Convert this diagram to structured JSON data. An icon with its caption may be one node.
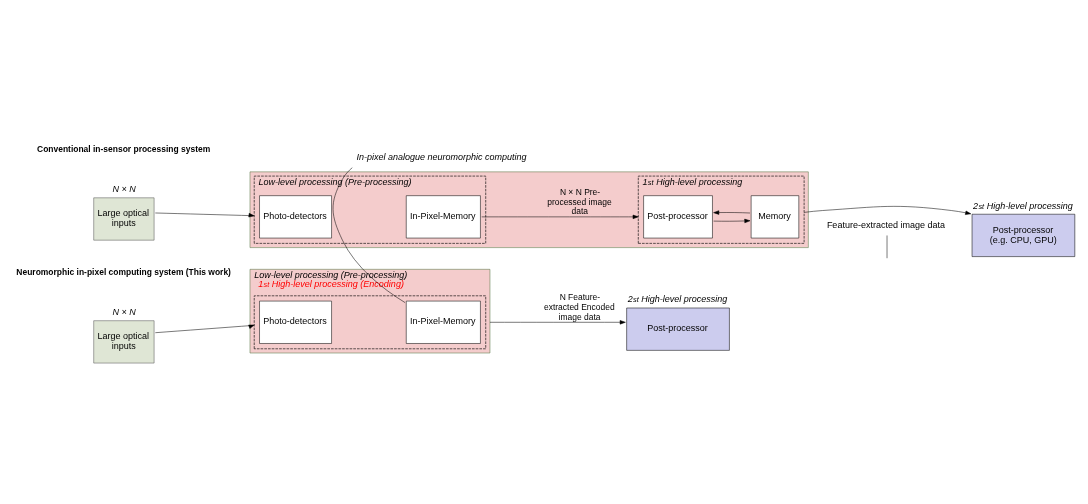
{
  "diagram": {
    "nodes": [
      {
        "text": [
          "Large optical inputs"
        ],
        "beside": [
          "N × N"
        ]
      },
      {
        "text": [],
        "shape": "box"
      },
      {
        "text": [
          "Low-level processing (Pre-processing)"
        ],
        "in": 1
      },
      {
        "text": [
          "Photo-detectors"
        ],
        "in": 2
      },
      {
        "text": [
          "In-Pixel-Memory"
        ],
        "in": 2
      },
      {
        "text": [
          "1$^{st}$ High-level processing"
        ],
        "in": 1
      },
      {
        "text": [
          "Post-processor"
        ],
        "in": 5
      },
      {
        "text": [
          "Memory"
        ],
        "in": 5
      },
      {
        "text": [
          "Post-processor (e.g. CPU, GPU)"
        ],
        "beside": [
          "2$^{st}$ High-level processing"
        ]
      },
      {
        "text": [
          "Feature-extracted image data"
        ]
      },
      {
        "text": [
          "Large optical inputs"
        ],
        "beside": [
          "N × N"
        ]
      },
      {
        "text": [
          "Low-level processing (Pre-processing)",
          "1$^{st}$ High-level processing (Encoding)"
        ]
      },
      {
        "text": [],
        "shape": "box",
        "in": 11
      },
      {
        "text": [
          "Photo-detectors"
        ],
        "in": 12
      },
      {
        "text": [
          "In-Pixel-Memory"
        ],
        "in": 12
      },
      {
        "text": [
          "Post-processor"
        ],
        "beside": [
          "2$^{st}$ High-level processing"
        ]
      },
      {
        "text": [
          "In-pixel analogue neuromorphic computing"
        ]
      }
    ],
    "edges": [
      {
        "from": 0,
        "to": 2,
        "arrow": "to"
      },
      {
        "from": 4,
        "to": 5,
        "arrow": "to",
        "label": "N × N Pre-processed image data"
      },
      {
        "from": 7,
        "to": 6,
        "arrow": "to"
      },
      {
        "from": 6,
        "to": 7,
        "arrow": "to"
      },
      {
        "from": 5,
        "to": 8,
        "arrow": "to"
      },
      {
        "from": 9,
        "to": null,
        "arrow": "none"
      },
      {
        "from": 10,
        "to": 12,
        "arrow": "to"
      },
      {
        "from": 11,
        "to": 15,
        "arrow": "to",
        "label": "N Feature-extracted Encoded image data"
      },
      {
        "from": 16,
        "to": 14,
        "arrow": "none"
      }
    ],
    "labels": [
      "Conventional in-sensor processing system",
      "Neuromorphic in-pixel computing system (This work)"
    ]
  }
}
